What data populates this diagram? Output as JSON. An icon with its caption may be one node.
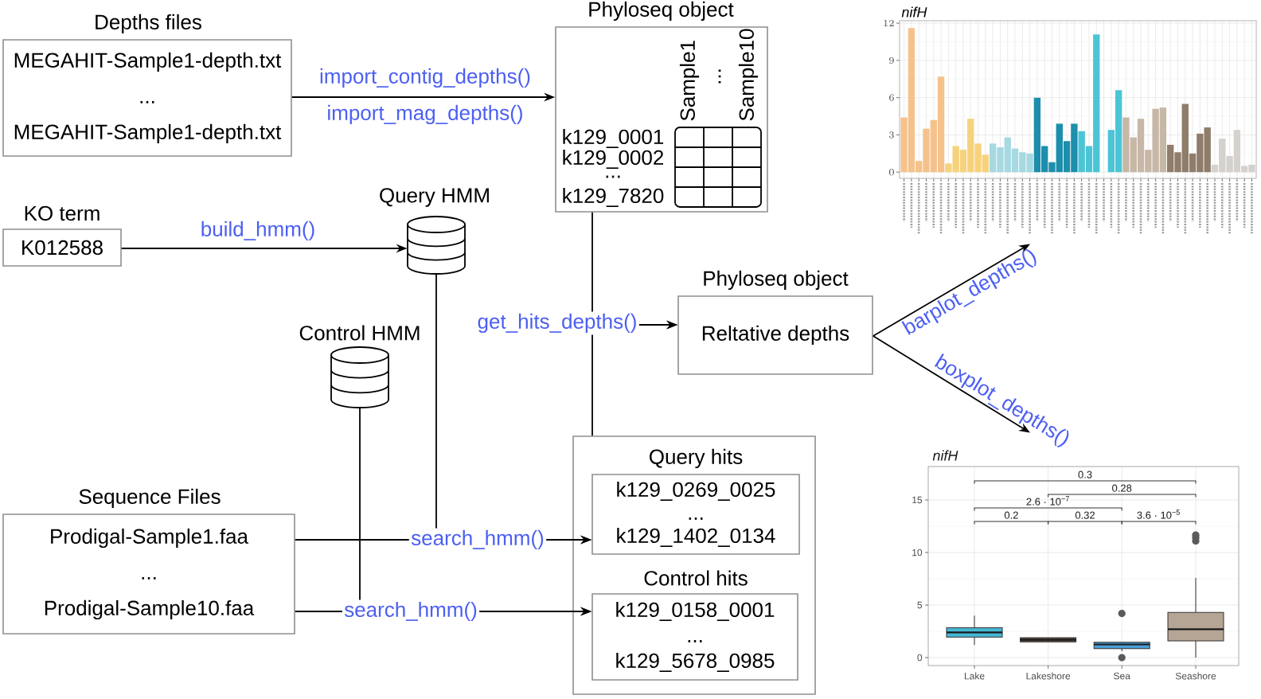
{
  "diagram": {
    "nodes": [
      {
        "text": [
          "Depths files",
          "MEGAHIT-Sample1-depth.txt",
          "...",
          "MEGAHIT-Sample1-depth.txt"
        ]
      },
      {
        "text": [
          "Phyloseq object",
          "Sample1",
          "...",
          "Sample10",
          "k129_0001",
          "k129_0002",
          "...",
          "k129_7820"
        ]
      },
      {
        "text": [
          "KO term",
          "K012588"
        ]
      },
      {
        "text": [
          "Query HMM"
        ]
      },
      {
        "text": [
          "Control HMM"
        ]
      },
      {
        "text": [
          "Phyloseq object",
          "Reltative depths"
        ]
      },
      {
        "text": [],
        "shape": "box"
      },
      {
        "text": [
          "Query hits",
          "k129_0269_0025",
          "...",
          "k129_1402_0134"
        ],
        "in": 6
      },
      {
        "text": [
          "Control hits",
          "k129_0158_0001",
          "...",
          "k129_5678_0985"
        ],
        "in": 6
      },
      {
        "text": [
          "Sequence Files",
          "Prodigal-Sample1.faa",
          "...",
          "Prodigal-Sample10.faa"
        ]
      },
      {
        "text": [],
        "shape": "chart"
      },
      {
        "text": [
          "nifH",
          "0.3",
          "0.28",
          "2.6 · 10$^{−7}$",
          "0.2",
          "0.32",
          "3.6 · 10$^{−5}$",
          "15",
          "10",
          "5",
          "0",
          "Lake",
          "Lakeshore",
          "Sea",
          "Seashore"
        ]
      }
    ],
    "edges": [
      {
        "from": 0,
        "to": 1,
        "arrow": "to",
        "label": "import_contig_depths() import_mag_depths()"
      },
      {
        "from": 2,
        "to": 3,
        "arrow": "to",
        "label": "build_hmm()"
      },
      {
        "from": 1,
        "to": 5,
        "arrow": "to",
        "label": "get_hits_depths()"
      },
      {
        "from": 6,
        "to": 5,
        "arrow": "to"
      },
      {
        "from": 5,
        "to": 10,
        "arrow": "to",
        "label": "barplot_depths()"
      },
      {
        "from": 5,
        "to": 11,
        "arrow": "to",
        "label": "boxplot_depths()"
      },
      {
        "from": 9,
        "to": 7,
        "arrow": "to",
        "label": "search_hmm()"
      },
      {
        "from": 3,
        "to": 7,
        "arrow": "to"
      },
      {
        "from": 9,
        "to": 8,
        "arrow": "to",
        "label": "search_hmm()"
      },
      {
        "from": 4,
        "to": 8,
        "arrow": "to"
      }
    ],
    "chart_data": {
      "type": "bar",
      "title": "nifH",
      "grid": true,
      "categories": [
        null,
        null,
        null,
        null,
        null,
        null,
        null,
        null,
        null,
        null,
        null,
        null,
        null,
        null,
        null,
        null,
        null,
        null,
        null,
        null,
        null,
        null,
        null,
        null,
        null,
        null,
        null,
        null,
        null,
        null,
        null,
        null,
        null,
        null,
        null,
        null,
        null,
        null,
        null,
        null,
        null,
        null,
        null,
        null,
        null,
        null,
        null,
        null
      ],
      "series": [
        {
          "color": "#f6c28b",
          "values": [
            4.4,
            11.6,
            0.9,
            3.5,
            4.2,
            7.7,
            null,
            null,
            null,
            null,
            null,
            null,
            null,
            null,
            null,
            null,
            null,
            null,
            null,
            null,
            null,
            null,
            null,
            null,
            null,
            null,
            null,
            null,
            null,
            null,
            null,
            null,
            null,
            null,
            null,
            null,
            null,
            null,
            null,
            null,
            null,
            null,
            null,
            null,
            null,
            null,
            null,
            null
          ]
        },
        {
          "color": "#f7d27c",
          "values": [
            null,
            null,
            null,
            null,
            null,
            null,
            0.7,
            2.1,
            1.8,
            4.3,
            2.3,
            1.4,
            null,
            null,
            null,
            null,
            null,
            null,
            null,
            null,
            null,
            null,
            null,
            null,
            null,
            null,
            null,
            null,
            null,
            null,
            null,
            null,
            null,
            null,
            null,
            null,
            null,
            null,
            null,
            null,
            null,
            null,
            null,
            null,
            null,
            null,
            null,
            null
          ]
        },
        {
          "color": "#a6d9e2",
          "values": [
            null,
            null,
            null,
            null,
            null,
            null,
            null,
            null,
            null,
            null,
            null,
            null,
            2.3,
            2.0,
            2.8,
            1.9,
            1.6,
            1.5,
            null,
            null,
            null,
            null,
            null,
            null,
            null,
            null,
            null,
            null,
            null,
            null,
            null,
            null,
            null,
            null,
            null,
            null,
            null,
            null,
            null,
            null,
            null,
            null,
            null,
            null,
            null,
            null,
            null,
            null
          ]
        },
        {
          "color": "#1d8eab",
          "values": [
            null,
            null,
            null,
            null,
            null,
            null,
            null,
            null,
            null,
            null,
            null,
            null,
            null,
            null,
            null,
            null,
            null,
            null,
            6.0,
            2.1,
            0.8,
            3.9,
            2.5,
            3.9,
            null,
            null,
            null,
            null,
            null,
            null,
            null,
            null,
            null,
            null,
            null,
            null,
            null,
            null,
            null,
            null,
            null,
            null,
            null,
            null,
            null,
            null,
            null,
            null
          ]
        },
        {
          "color": "#4bc5d6",
          "values": [
            null,
            null,
            null,
            null,
            null,
            null,
            null,
            null,
            null,
            null,
            null,
            null,
            null,
            null,
            null,
            null,
            null,
            null,
            null,
            null,
            null,
            null,
            null,
            null,
            3.3,
            2.1,
            11.1,
            null,
            3.4,
            6.6,
            null,
            null,
            null,
            null,
            null,
            null,
            null,
            null,
            null,
            null,
            null,
            null,
            null,
            null,
            null,
            null,
            null,
            null
          ]
        },
        {
          "color": "#c7b7a6",
          "values": [
            null,
            null,
            null,
            null,
            null,
            null,
            null,
            null,
            null,
            null,
            null,
            null,
            null,
            null,
            null,
            null,
            null,
            null,
            null,
            null,
            null,
            null,
            null,
            null,
            null,
            null,
            null,
            null,
            null,
            null,
            4.4,
            2.8,
            4.3,
            1.8,
            5.1,
            5.2,
            null,
            null,
            null,
            null,
            null,
            null,
            null,
            null,
            null,
            null,
            null,
            null
          ]
        },
        {
          "color": "#8f7c6b",
          "values": [
            null,
            null,
            null,
            null,
            null,
            null,
            null,
            null,
            null,
            null,
            null,
            null,
            null,
            null,
            null,
            null,
            null,
            null,
            null,
            null,
            null,
            null,
            null,
            null,
            null,
            null,
            null,
            null,
            null,
            null,
            null,
            null,
            null,
            null,
            null,
            null,
            2.2,
            1.6,
            5.5,
            1.5,
            3.1,
            3.6,
            null,
            null,
            null,
            null,
            null,
            null
          ]
        },
        {
          "color": "#d5d1cd",
          "values": [
            null,
            null,
            null,
            null,
            null,
            null,
            null,
            null,
            null,
            null,
            null,
            null,
            null,
            null,
            null,
            null,
            null,
            null,
            null,
            null,
            null,
            null,
            null,
            null,
            null,
            null,
            null,
            null,
            null,
            null,
            null,
            null,
            null,
            null,
            null,
            null,
            null,
            null,
            null,
            null,
            null,
            null,
            0.6,
            2.7,
            1.3,
            3.4,
            0.5,
            0.6
          ]
        }
      ],
      "ylim": [
        -0.5,
        12.2
      ],
      "yticks": [
        0,
        3,
        6,
        9,
        12
      ]
    }
  }
}
